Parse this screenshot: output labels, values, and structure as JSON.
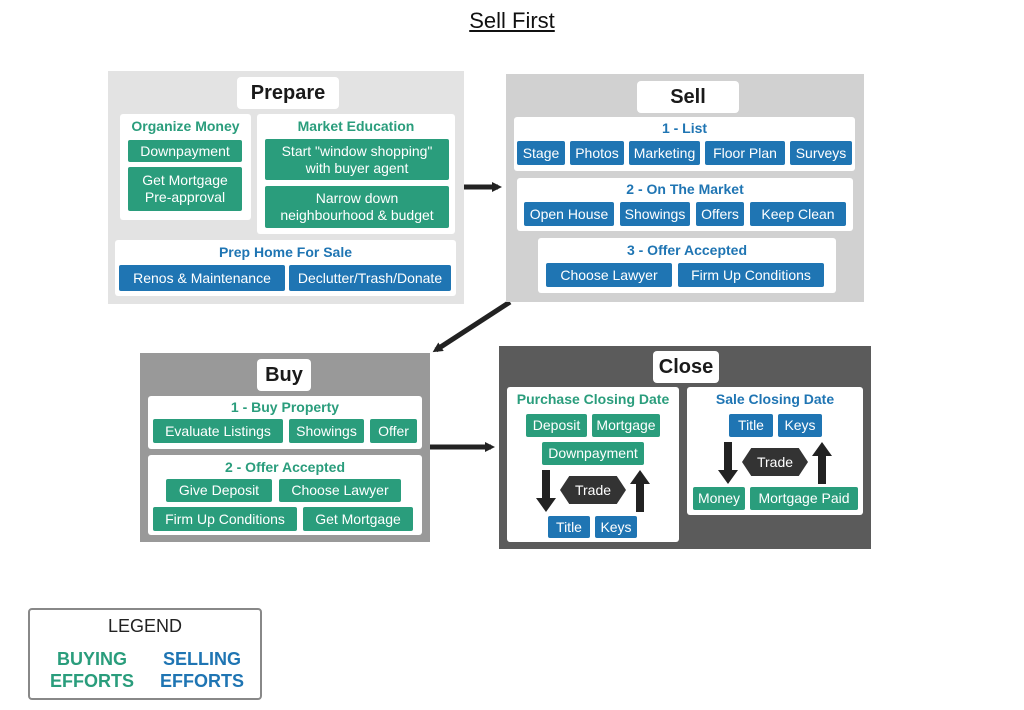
{
  "title": "Sell First",
  "colors": {
    "buying": "#2a9d7c",
    "selling": "#1f75b3"
  },
  "prepare": {
    "heading": "Prepare",
    "organize_money": {
      "title": "Organize Money",
      "items": [
        "Downpayment",
        "Get Mortgage\nPre-approval"
      ]
    },
    "market_education": {
      "title": "Market Education",
      "items": [
        "Start \"window shopping\"\nwith buyer agent",
        "Narrow down\nneighbourhood & budget"
      ]
    },
    "prep_home": {
      "title": "Prep Home For Sale",
      "items": [
        "Renos & Maintenance",
        "Declutter/Trash/Donate"
      ]
    }
  },
  "sell": {
    "heading": "Sell",
    "list": {
      "title": "1 - List",
      "items": [
        "Stage",
        "Photos",
        "Marketing",
        "Floor Plan",
        "Surveys"
      ]
    },
    "on_market": {
      "title": "2 - On The Market",
      "items": [
        "Open House",
        "Showings",
        "Offers",
        "Keep Clean"
      ]
    },
    "offer_accepted": {
      "title": "3 - Offer Accepted",
      "items": [
        "Choose Lawyer",
        "Firm Up Conditions"
      ]
    }
  },
  "buy": {
    "heading": "Buy",
    "buy_property": {
      "title": "1 - Buy Property",
      "items": [
        "Evaluate Listings",
        "Showings",
        "Offer"
      ]
    },
    "offer_accepted": {
      "title": "2 - Offer Accepted",
      "items": [
        "Give Deposit",
        "Choose Lawyer",
        "Firm Up Conditions",
        "Get Mortgage"
      ]
    }
  },
  "close": {
    "heading": "Close",
    "purchase": {
      "title": "Purchase Closing Date",
      "top": [
        "Deposit",
        "Mortgage",
        "Downpayment"
      ],
      "trade": "Trade",
      "bottom": [
        "Title",
        "Keys"
      ]
    },
    "sale": {
      "title": "Sale Closing Date",
      "top": [
        "Title",
        "Keys"
      ],
      "trade": "Trade",
      "bottom": [
        "Money",
        "Mortgage Paid"
      ]
    }
  },
  "legend": {
    "title": "LEGEND",
    "buying": "BUYING\nEFFORTS",
    "selling": "SELLING\nEFFORTS"
  }
}
